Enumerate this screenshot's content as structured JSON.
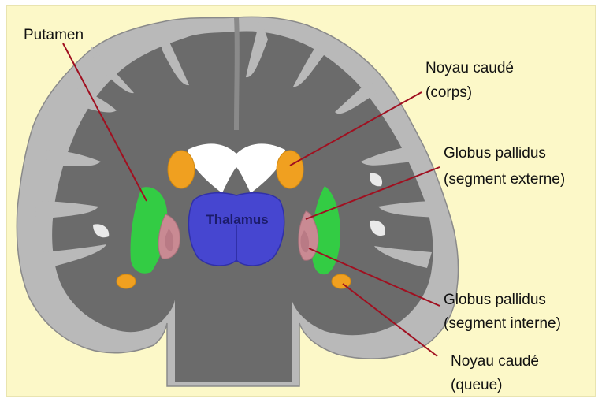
{
  "diagram": {
    "labels": {
      "putamen": "Putamen",
      "caudate_body_line1": "Noyau caudé",
      "caudate_body_line2": "(corps)",
      "gp_ext_line1": "Globus pallidus",
      "gp_ext_line2": "(segment externe)",
      "gp_int_line1": "Globus pallidus",
      "gp_int_line2": "(segment interne)",
      "caudate_tail_line1": "Noyau caudé",
      "caudate_tail_line2": "(queue)",
      "thalamus": "Thalamus"
    },
    "colors": {
      "background": "#fcf8c8",
      "cortex": "#b9b9b9",
      "white_matter": "#6b6b6b",
      "ventricles": "#ffffff",
      "putamen": "#33cc44",
      "globus_pallidus": "#c98a93",
      "caudate": "#f0a020",
      "thalamus": "#4646d0",
      "leader_lines": "#a01020"
    }
  }
}
